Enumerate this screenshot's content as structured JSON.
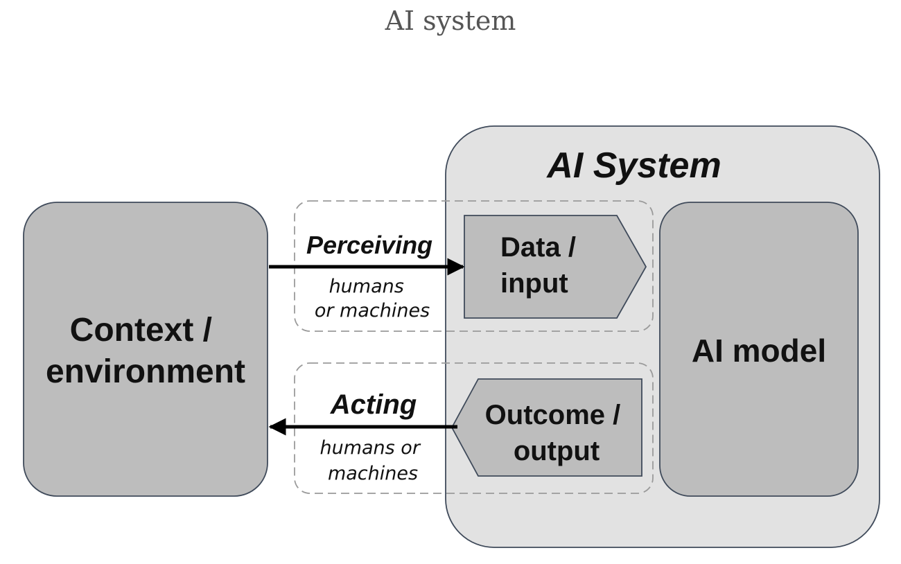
{
  "page_title": "AI system",
  "diagram": {
    "system_title": "AI System",
    "context_label": [
      "Context /",
      "environment"
    ],
    "model_label": "AI model",
    "input_label": [
      "Data /",
      "input"
    ],
    "output_label": [
      "Outcome /",
      "output"
    ],
    "perceiving": {
      "label": "Perceiving",
      "sub": [
        "humans",
        "or machines"
      ]
    },
    "acting": {
      "label": "Acting",
      "sub": [
        "humans or",
        "machines"
      ]
    },
    "colors": {
      "system_fill": "#e2e2e2",
      "box_fill": "#bdbdbd",
      "stroke": "#3f4a5a",
      "dash": "#9a9a9a",
      "arrow": "#000000"
    }
  }
}
